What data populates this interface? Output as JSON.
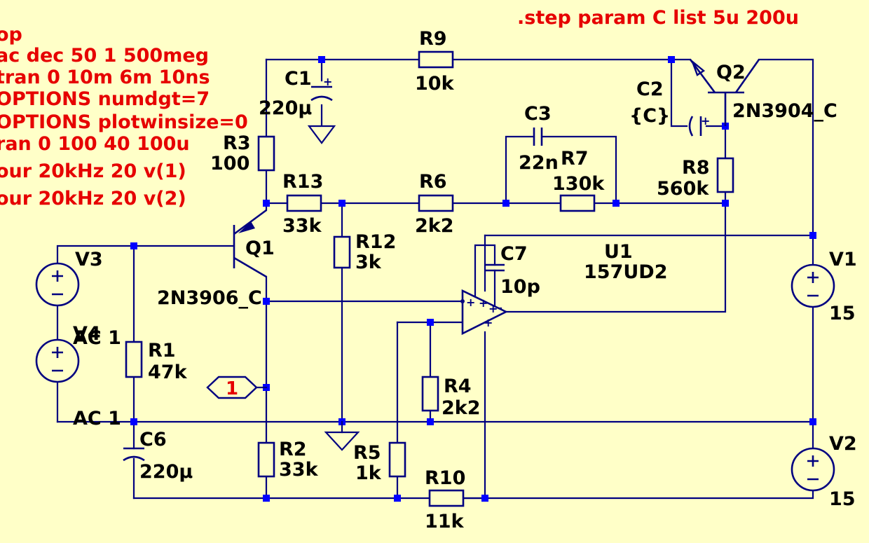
{
  "colors": {
    "background": "#ffffc8",
    "wire": "#000080",
    "junction": "#0000ff",
    "directive": "#e60000",
    "label": "#000000"
  },
  "directives": [
    "op",
    "ac dec 50 1 500meg",
    "tran 0 10m 6m 10ns",
    "OPTIONS numdgt=7",
    "OPTIONS plotwinsize=0",
    "ran 0 100 40 100u",
    "our 20kHz 20 v(1)",
    "our 20kHz 20 v(2)"
  ],
  "step_directive": ".step param C list 5u 200u",
  "net_flag": "1",
  "components": {
    "r9": {
      "name": "R9",
      "value": "10k"
    },
    "c1": {
      "name": "C1",
      "value": "220µ"
    },
    "r3": {
      "name": "R3",
      "value": "100"
    },
    "c3": {
      "name": "C3",
      "value": "22n"
    },
    "r7": {
      "name": "R7",
      "value": "130k"
    },
    "c2": {
      "name": "C2",
      "value": "{C}"
    },
    "q2": {
      "name": "Q2",
      "value": "2N3904_C"
    },
    "r8": {
      "name": "R8",
      "value": "560k"
    },
    "r13": {
      "name": "R13",
      "value": "33k"
    },
    "r6": {
      "name": "R6",
      "value": "2k2"
    },
    "q1": {
      "name": "Q1",
      "value": "2N3906_C"
    },
    "r12": {
      "name": "R12",
      "value": "3k"
    },
    "c7": {
      "name": "C7",
      "value": "10p"
    },
    "u1": {
      "name": "U1",
      "value": "157UD2"
    },
    "v3": {
      "name": "V3",
      "value": ""
    },
    "v4": {
      "name": "V4",
      "value": "AC 1"
    },
    "v1": {
      "name": "V1",
      "value": "15"
    },
    "v2": {
      "name": "V2",
      "value": "15"
    },
    "r1": {
      "name": "R1",
      "value": "47k"
    },
    "r4": {
      "name": "R4",
      "value": "2k2"
    },
    "c6": {
      "name": "C6",
      "value": "220µ"
    },
    "r2": {
      "name": "R2",
      "value": "33k"
    },
    "r5": {
      "name": "R5",
      "value": "1k"
    },
    "r10": {
      "name": "R10",
      "value": "11k"
    }
  },
  "v3_source_value": "AC 1"
}
